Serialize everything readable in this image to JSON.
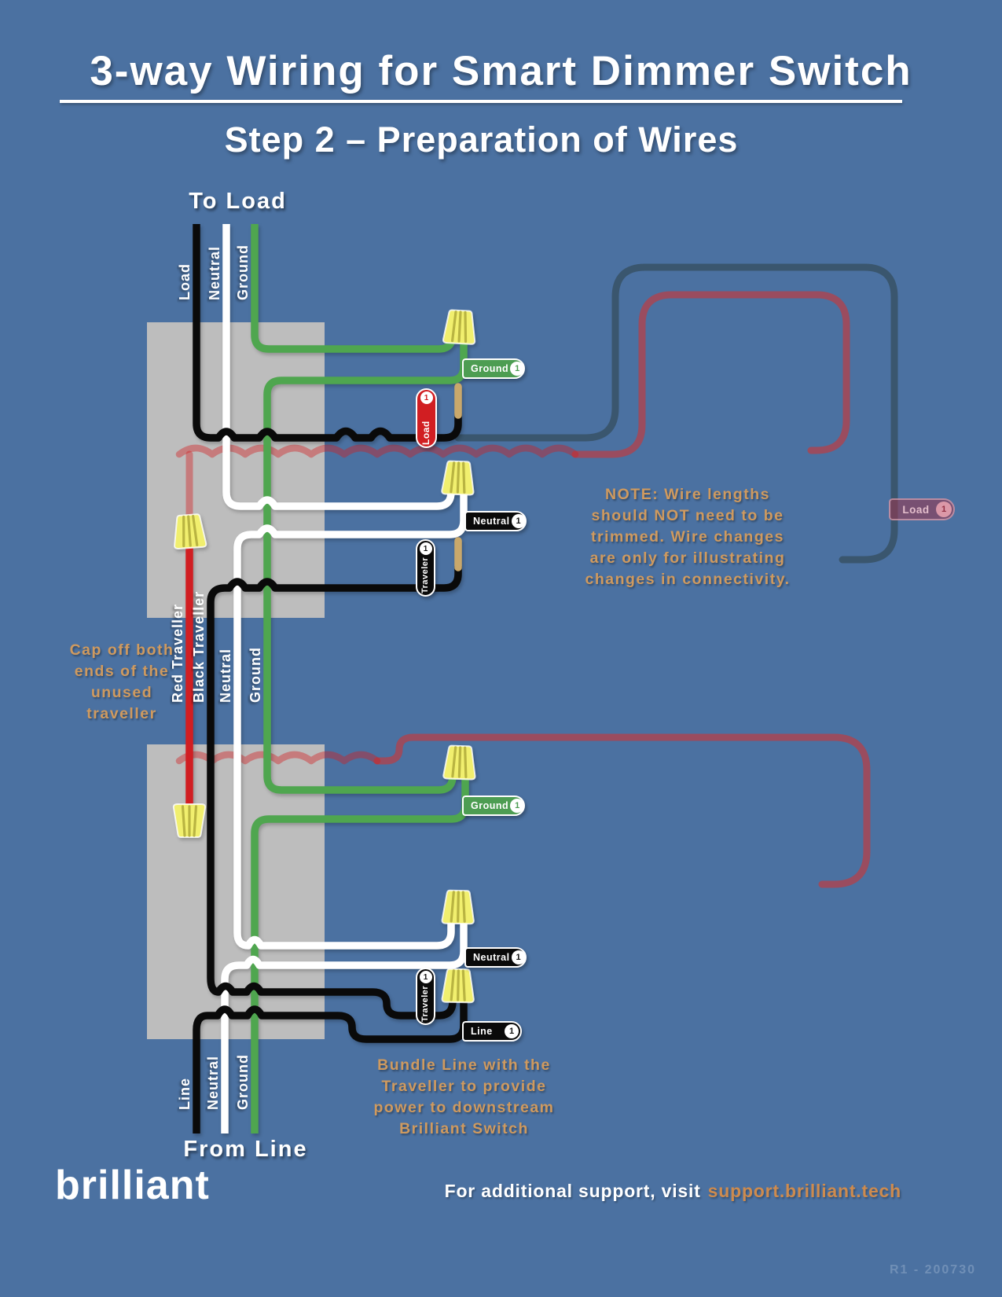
{
  "poster": {
    "title": "3-way Wiring for Smart Dimmer Switch",
    "subtitle": "Step 2 – Preparation of Wires",
    "to_load_heading": "To Load",
    "from_line_heading": "From Line",
    "logo": "brilliant",
    "revision": "R1 - 200730",
    "footer": {
      "prefix": "For additional support, visit",
      "link": "support.brilliant.tech"
    }
  },
  "cable_labels": {
    "to_load": [
      "Load",
      "Neutral",
      "Ground"
    ],
    "between": [
      "Red Traveller",
      "Black Traveller",
      "Neutral",
      "Ground"
    ],
    "from_line": [
      "Line",
      "Neutral",
      "Ground"
    ]
  },
  "wire_tags": {
    "box1_ground": {
      "text": "Ground",
      "num": "1"
    },
    "box1_load": {
      "text": "Load",
      "num": "1"
    },
    "box1_neutral": {
      "text": "Neutral",
      "num": "1"
    },
    "box1_traveler": {
      "text": "Traveler",
      "num": "1"
    },
    "wall_load": {
      "text": "Load",
      "num": "1"
    },
    "box2_ground": {
      "text": "Ground",
      "num": "1"
    },
    "box2_neutral": {
      "text": "Neutral",
      "num": "1"
    },
    "box2_traveler": {
      "text": "Traveler",
      "num": "1"
    },
    "box2_line": {
      "text": "Line",
      "num": "1"
    }
  },
  "notes": {
    "cap": "Cap off both\nends of the\nunused\ntraveller",
    "trim": "NOTE: Wire lengths\nshould NOT need to be\ntrimmed.  Wire changes\nare only for illustrating\nchanges in connectivity.",
    "bundle": "Bundle Line with the\nTraveller to provide\npower to downstream\nBrilliant Switch"
  },
  "colors": {
    "bg": "#4B71A1",
    "box": "#BDBDBD",
    "wire-black": "#0A0A0A",
    "wire-white": "#FFFFFF",
    "wire-green": "#4FA64F",
    "wire-red": "#D11E22",
    "wire-crimson": "#9A4C5F",
    "wire-navy": "#3A566E",
    "nut-yellow": "#F1EF6E",
    "nut-ridge": "#B9B442",
    "copper": "#C9A86B",
    "note-orange": "#CF9A5F",
    "link-orange": "#CE8B4E",
    "tag-green": "#4D9D52",
    "tag-black": "#0A0A0A",
    "tag-red": "#D11E22"
  }
}
